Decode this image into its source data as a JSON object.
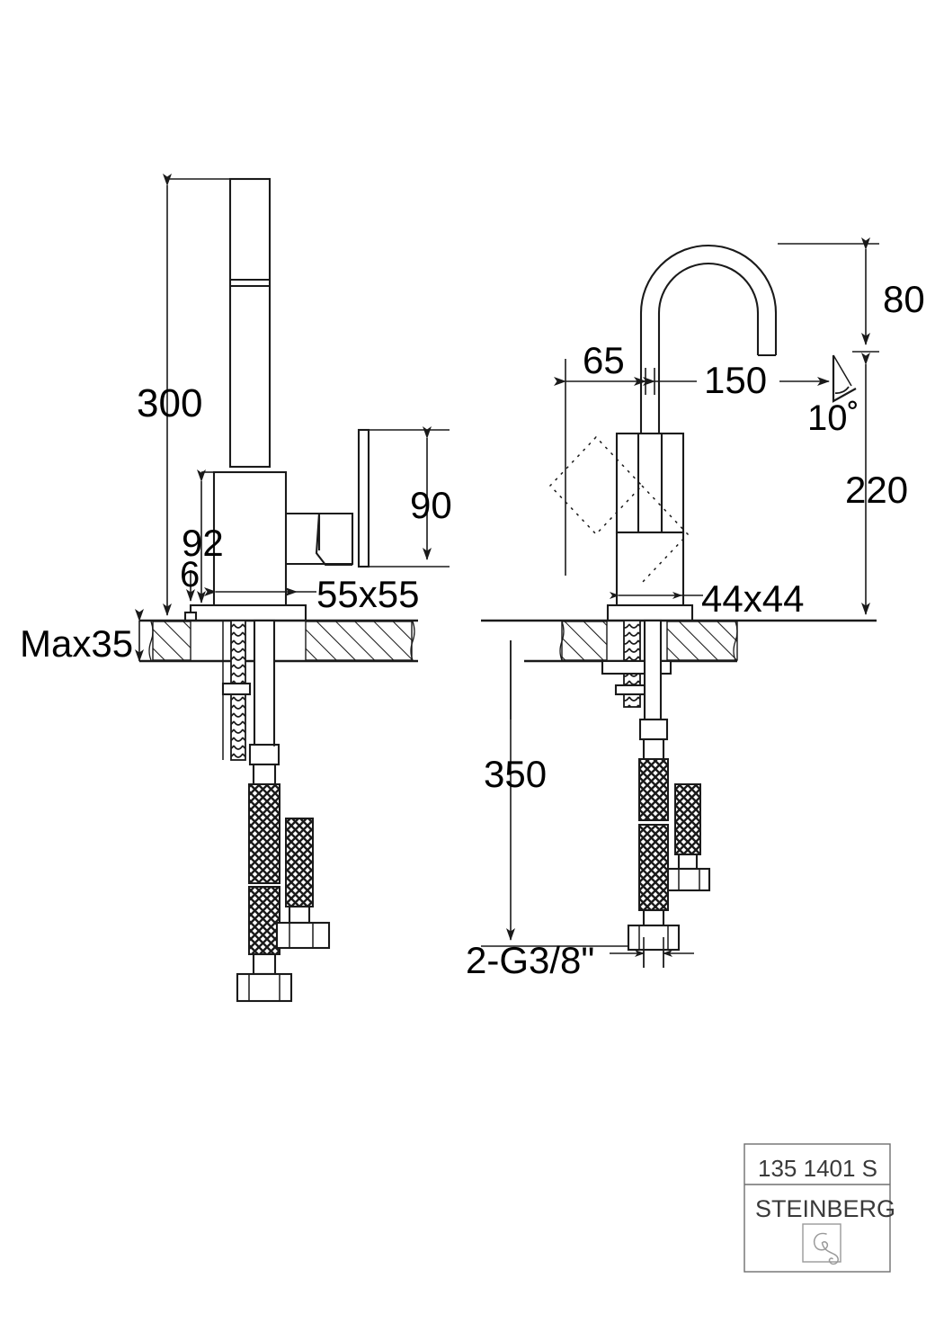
{
  "drawing": {
    "type": "technical-dimension-drawing",
    "subject": "single-lever mixer tap / faucet",
    "views": [
      {
        "name": "side-view",
        "position": "left"
      },
      {
        "name": "front-view",
        "position": "right"
      }
    ]
  },
  "dimensions": {
    "left_view": [
      {
        "id": "total-height",
        "label": "300",
        "orientation": "vertical"
      },
      {
        "id": "body-height",
        "label": "92",
        "orientation": "vertical"
      },
      {
        "id": "base-plate-height",
        "label": "6",
        "orientation": "vertical"
      },
      {
        "id": "max-deck-thickness",
        "label": "Max35",
        "orientation": "vertical"
      },
      {
        "id": "body-section",
        "label": "55x55",
        "orientation": "horizontal"
      },
      {
        "id": "lever-height",
        "label": "90",
        "orientation": "vertical"
      }
    ],
    "right_view": [
      {
        "id": "spout-drop",
        "label": "80",
        "orientation": "vertical"
      },
      {
        "id": "center-to-wall",
        "label": "65",
        "orientation": "horizontal"
      },
      {
        "id": "spout-reach",
        "label": "150",
        "orientation": "horizontal"
      },
      {
        "id": "aerator-angle",
        "label": "10˚",
        "orientation": "angle"
      },
      {
        "id": "spout-height",
        "label": "220",
        "orientation": "vertical"
      },
      {
        "id": "body-section",
        "label": "44x44",
        "orientation": "horizontal"
      },
      {
        "id": "hose-length",
        "label": "350",
        "orientation": "vertical"
      },
      {
        "id": "connection-thread",
        "label": "2-G3/8\"",
        "orientation": "horizontal"
      }
    ]
  },
  "title_block": {
    "article_number": "135 1401 S",
    "brand": "STEINBERG",
    "logo_name": "steinberg-scroll-logo"
  },
  "colors": {
    "line": "#1a1a1a",
    "text": "#000000",
    "title_text": "#3a3a3a",
    "title_border": "#6e6e6e",
    "logo": "#9a9a9a",
    "background": "#ffffff"
  }
}
